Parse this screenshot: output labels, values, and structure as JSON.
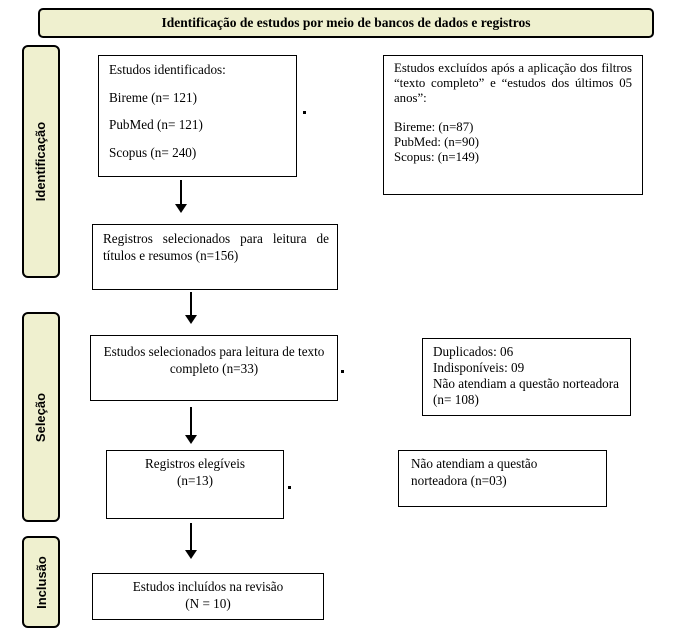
{
  "header": {
    "title": "Identificação de estudos por meio de bancos de dados e registros"
  },
  "phases": {
    "identificacao": "Identificação",
    "selecao": "Seleção",
    "inclusao": "Inclusão"
  },
  "boxes": {
    "identified": {
      "title": "Estudos identificados:",
      "lines": [
        "Bireme (n= 121)",
        "PubMed (n= 121)",
        "Scopus (n= 240)"
      ]
    },
    "excluded_filters": {
      "text": "Estudos excluídos após a aplicação dos filtros “texto completo” e “estudos dos últimos 05 anos”:",
      "lines": [
        "Bireme: (n=87)",
        "PubMed: (n=90)",
        "Scopus: (n=149)"
      ]
    },
    "titles_abstracts": {
      "text": "Registros selecionados para leitura de títulos e resumos (n=156)"
    },
    "full_text": {
      "text": "Estudos selecionados para leitura de texto completo (n=33)"
    },
    "excluded_full": {
      "lines": [
        "Duplicados: 06",
        "Indisponíveis: 09",
        "Não atendiam a questão norteadora (n= 108)"
      ]
    },
    "eligible": {
      "lines": [
        "Registros elegíveis",
        "(n=13)"
      ]
    },
    "excluded_eligible": {
      "text": "Não atendiam a questão norteadora (n=03)"
    },
    "included": {
      "lines": [
        "Estudos incluídos na revisão",
        "(N = 10)"
      ]
    }
  }
}
